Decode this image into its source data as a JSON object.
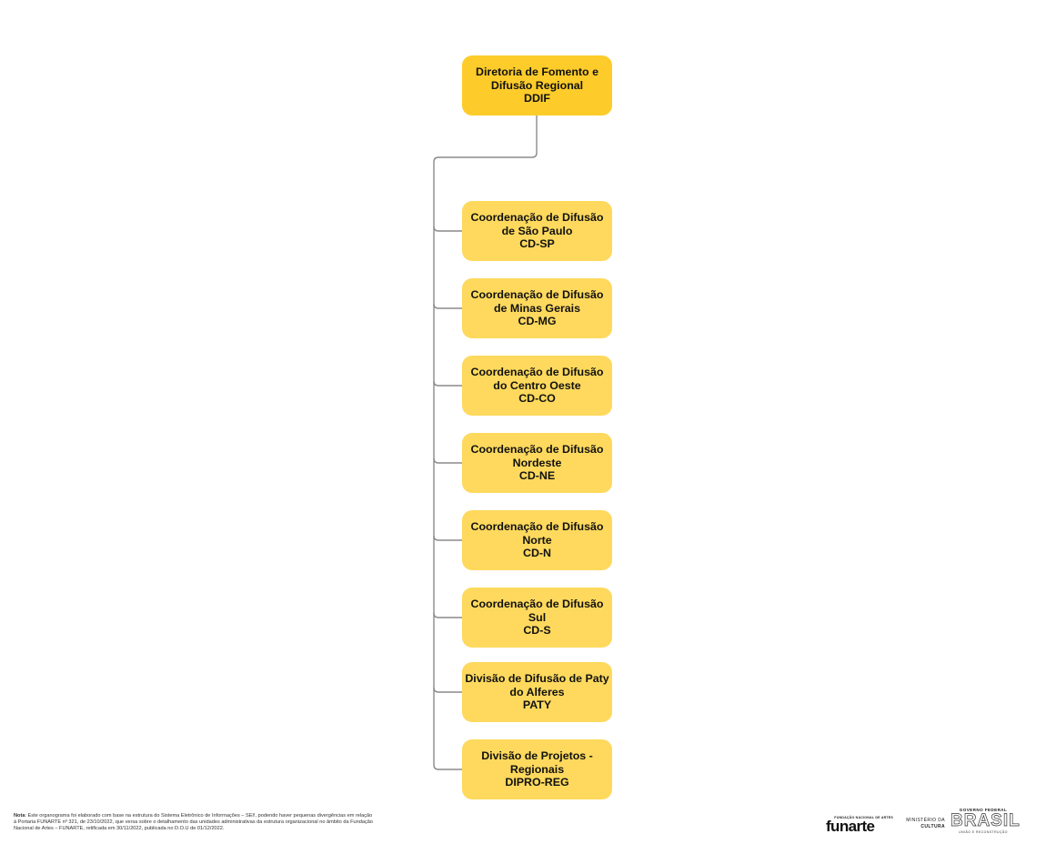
{
  "org_chart": {
    "root": {
      "line1": "Diretoria de Fomento e",
      "line2": "Difusão Regional",
      "code": "DDIF"
    },
    "units": [
      {
        "line1": "Coordenação de Difusão",
        "line2": "de São Paulo",
        "code": "CD-SP"
      },
      {
        "line1": "Coordenação de Difusão",
        "line2": "de Minas Gerais",
        "code": "CD-MG"
      },
      {
        "line1": "Coordenação de Difusão",
        "line2": "do Centro Oeste",
        "code": "CD-CO"
      },
      {
        "line1": "Coordenação de Difusão",
        "line2": "Nordeste",
        "code": "CD-NE"
      },
      {
        "line1": "Coordenação de Difusão",
        "line2": "Norte",
        "code": "CD-N"
      },
      {
        "line1": "Coordenação de Difusão",
        "line2": "Sul",
        "code": "CD-S"
      },
      {
        "line1": "Divisão de Difusão de Paty",
        "line2": "do Alferes",
        "code": "PATY"
      },
      {
        "line1": "Divisão de Projetos -",
        "line2": "Regionais",
        "code": "DIPRO-REG"
      }
    ]
  },
  "footer": {
    "note_label": "Nota",
    "note_text": ": Este organograma foi elaborado com base na estrutura do Sistema Eletrônico de Informações – SEI!, podendo haver pequenas divergências em relação à Portaria FUNARTE nº 321, de 23/10/2022, que versa sobre o detalhamento das unidades administrativas da estrutura organizacional no âmbito da Fundação Nacional de Artes – FUNARTE, retificada em 30/11/2022, publicada no D.O.U de 01/12/2022.",
    "logos": {
      "funarte_small": "FUNDAÇÃO NACIONAL DE ARTES",
      "funarte_big": "funarte",
      "ministerio_line1": "MINISTÉRIO DA",
      "ministerio_line2": "CULTURA",
      "gov_top": "GOVERNO FEDERAL",
      "gov_brasil": "BRASIL",
      "gov_sub": "UNIÃO E RECONSTRUÇÃO"
    }
  },
  "colors": {
    "root_fill": "#fdcc2a",
    "unit_fill": "#fed95d",
    "connector": "#8a8a8a"
  }
}
